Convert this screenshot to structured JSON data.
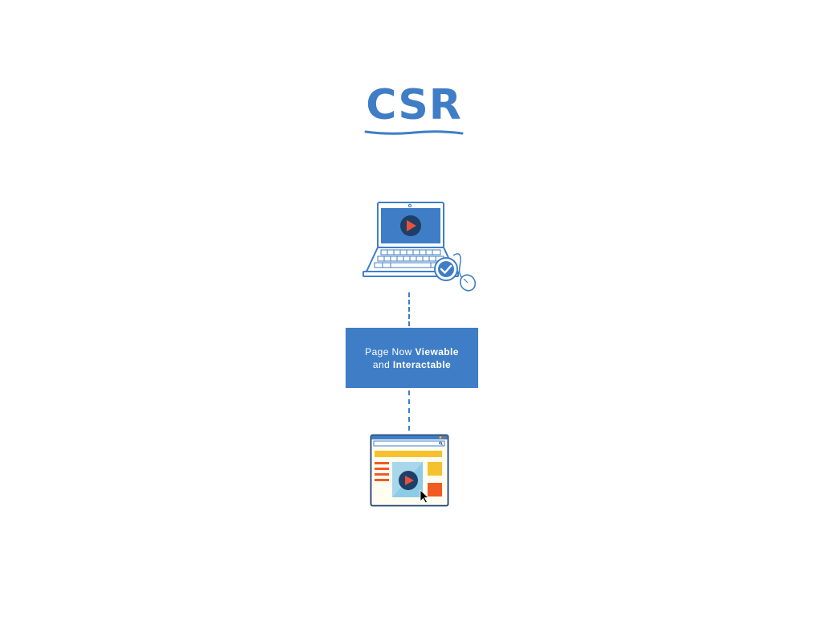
{
  "logo": {
    "text": "CSR"
  },
  "status_box": {
    "line1_normal": "Page Now ",
    "line1_bold": "Viewable",
    "line2_normal": "and ",
    "line2_bold": "Interactable"
  },
  "colors": {
    "brand_blue": "#3f7ec6",
    "play_red": "#e9523a",
    "accent_yellow": "#f6c12d",
    "accent_orange": "#f15a24",
    "light_blue": "#8ecbe6"
  },
  "icons": [
    "laptop-icon",
    "play-icon",
    "checkmark-icon",
    "mouse-icon",
    "browser-window-icon",
    "cursor-icon"
  ]
}
